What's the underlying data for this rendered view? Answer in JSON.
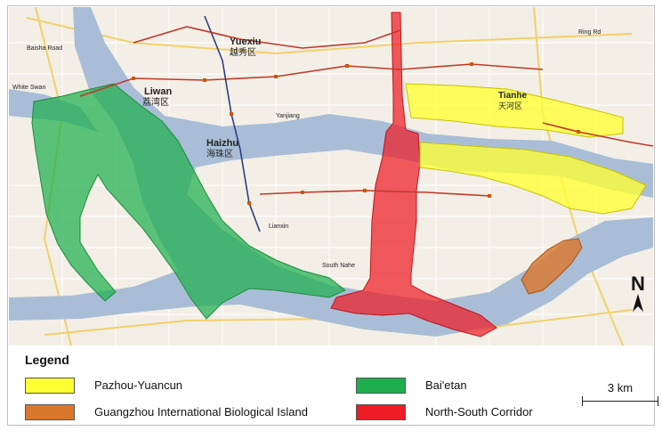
{
  "map": {
    "labels": {
      "liwan": "Liwan",
      "liwan_cn": "荔湾区",
      "yuexiu": "Yuexiu",
      "yuexiu_cn": "越秀区",
      "haizhu": "Haizhu",
      "haizhu_cn": "海珠区",
      "tianhe": "Tianhe",
      "tianhe_cn": "天河区",
      "baisha": "Baisha Road",
      "white_swan": "White Swan",
      "ring_rd": "Ring Rd",
      "yanjiang": "Yanjiang",
      "lian_middle": "Lianxin",
      "south_nahe": "South Nahe"
    }
  },
  "legend": {
    "title": "Legend",
    "items": [
      {
        "label": "Pazhou-Yuancun",
        "color": "#ffff33"
      },
      {
        "label": "Guangzhou International Biological Island",
        "color": "#d9782d"
      },
      {
        "label": "Bai'etan",
        "color": "#1fae4e"
      },
      {
        "label": "North-South Corridor",
        "color": "#ee1c25"
      }
    ]
  },
  "scale": {
    "label": "3 km"
  },
  "north_arrow": {
    "letter": "N"
  },
  "colors": {
    "land": "#f3efe6",
    "river": "#a9bed6",
    "pazhou": "#ffff33",
    "bio_island": "#d9782d",
    "baietan": "#1fae4e",
    "corridor": "#ee1c25",
    "metro_red": "#c0392b",
    "metro_blue": "#2c3e80"
  }
}
